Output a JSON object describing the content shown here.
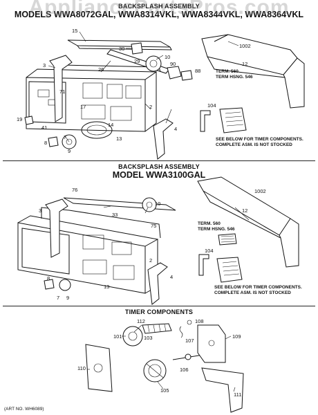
{
  "watermark": "AppliancePartsPros.com",
  "section1": {
    "header": "BACKSPLASH ASSEMBLY",
    "models": "MODELS WWA8072GAL, WWA8314VKL, WWA8344VKL, WWA8364VKL",
    "term": [
      "TERM. 560",
      "TERM HSNG. 546"
    ],
    "note": [
      "SEE BELOW FOR TIMER COMPONENTS.",
      "COMPLETE ASM. IS NOT STOCKED"
    ],
    "callouts": [
      "15",
      "30",
      "10",
      "1002",
      "3",
      "29",
      "90",
      "12",
      "26",
      "88",
      "71",
      "2",
      "17",
      "14",
      "104",
      "19",
      "41",
      "13",
      "4",
      "8",
      "9",
      "7"
    ]
  },
  "section2": {
    "header": "BACKSPLASH ASSEMBLY",
    "models": "MODEL WWA3100GAL",
    "term": [
      "TERM. 560",
      "TERM HSNG. 546"
    ],
    "note": [
      "SEE BELOW FOR TIMER COMPONENTS.",
      "COMPLETE ASM. IS NOT STOCKED"
    ],
    "callouts": [
      "76",
      "1002",
      "10",
      "33",
      "3",
      "12",
      "75",
      "104",
      "2",
      "4",
      "8",
      "13",
      "7",
      "9"
    ]
  },
  "section3": {
    "header": "TIMER COMPONENTS",
    "callouts": [
      "112",
      "108",
      "101",
      "103",
      "107",
      "109",
      "110",
      "106",
      "105",
      "111"
    ]
  },
  "footer": "(ART NO. WH6089)"
}
